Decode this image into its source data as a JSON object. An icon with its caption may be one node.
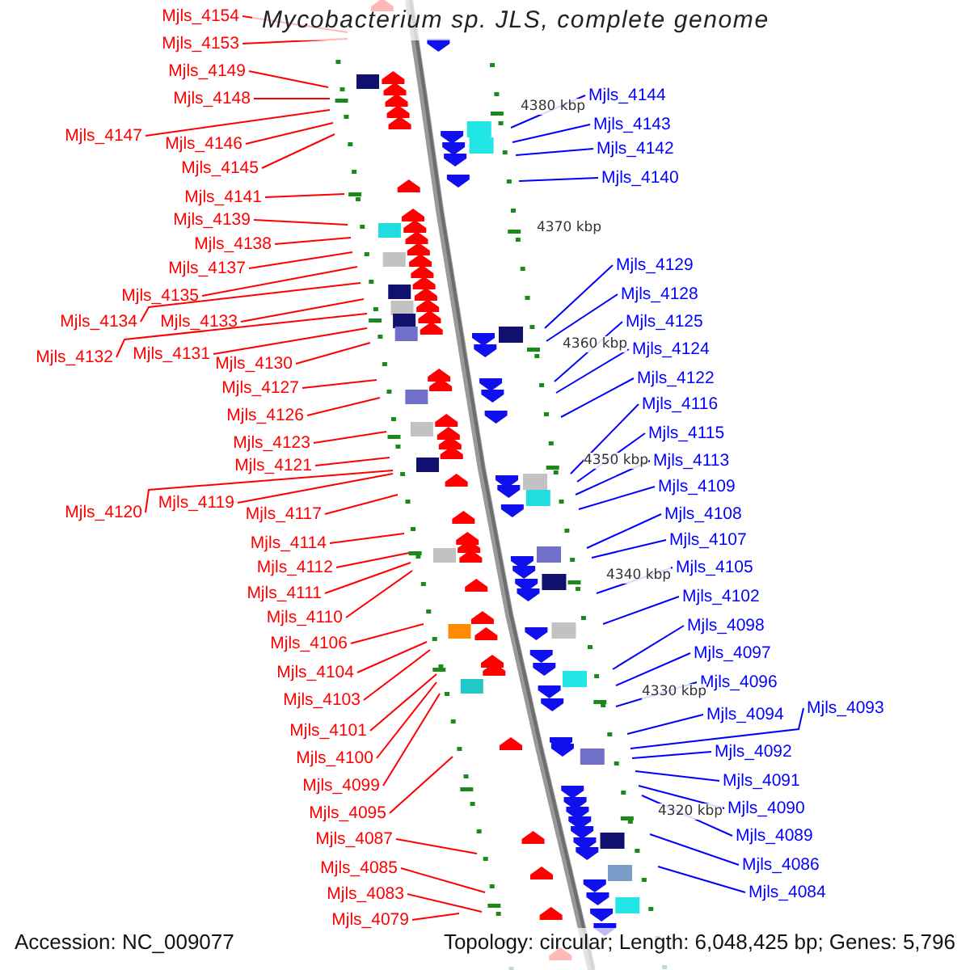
{
  "diagram": {
    "title": "Mycobacterium sp. JLS, complete genome",
    "nodes": [
      {
        "text": [
          "Mjls_4154"
        ]
      },
      {
        "text": [
          "Mjls_4153"
        ]
      },
      {
        "text": [
          "Mjls_4149"
        ]
      },
      {
        "text": [
          "Mjls_4148"
        ]
      },
      {
        "text": [
          "Mjls_4147"
        ]
      },
      {
        "text": [
          "Mjls_4146"
        ]
      },
      {
        "text": [
          "Mjls_4145"
        ]
      },
      {
        "text": [
          "Mjls_4141"
        ]
      },
      {
        "text": [
          "Mjls_4139"
        ]
      },
      {
        "text": [
          "Mjls_4138"
        ]
      },
      {
        "text": [
          "Mjls_4137"
        ]
      },
      {
        "text": [
          "Mjls_4135"
        ]
      },
      {
        "text": [
          "Mjls_4134"
        ]
      },
      {
        "text": [
          "Mjls_4133"
        ]
      },
      {
        "text": [
          "Mjls_4132"
        ]
      },
      {
        "text": [
          "Mjls_4131"
        ]
      },
      {
        "text": [
          "Mjls_4130"
        ]
      },
      {
        "text": [
          "Mjls_4127"
        ]
      },
      {
        "text": [
          "Mjls_4126"
        ]
      },
      {
        "text": [
          "Mjls_4123"
        ]
      },
      {
        "text": [
          "Mjls_4121"
        ]
      },
      {
        "text": [
          "Mjls_4120"
        ]
      },
      {
        "text": [
          "Mjls_4119"
        ]
      },
      {
        "text": [
          "Mjls_4117"
        ]
      },
      {
        "text": [
          "Mjls_4114"
        ]
      },
      {
        "text": [
          "Mjls_4112"
        ]
      },
      {
        "text": [
          "Mjls_4111"
        ]
      },
      {
        "text": [
          "Mjls_4110"
        ]
      },
      {
        "text": [
          "Mjls_4106"
        ]
      },
      {
        "text": [
          "Mjls_4104"
        ]
      },
      {
        "text": [
          "Mjls_4103"
        ]
      },
      {
        "text": [
          "Mjls_4101"
        ]
      },
      {
        "text": [
          "Mjls_4100"
        ]
      },
      {
        "text": [
          "Mjls_4099"
        ]
      },
      {
        "text": [
          "Mjls_4095"
        ]
      },
      {
        "text": [
          "Mjls_4087"
        ]
      },
      {
        "text": [
          "Mjls_4085"
        ]
      },
      {
        "text": [
          "Mjls_4083"
        ]
      },
      {
        "text": [
          "Mjls_4079"
        ]
      },
      {
        "text": [
          "Mjls_4144"
        ]
      },
      {
        "text": [
          "Mjls_4143"
        ]
      },
      {
        "text": [
          "Mjls_4142"
        ]
      },
      {
        "text": [
          "Mjls_4140"
        ]
      },
      {
        "text": [
          "Mjls_4129"
        ]
      },
      {
        "text": [
          "Mjls_4128"
        ]
      },
      {
        "text": [
          "Mjls_4125"
        ]
      },
      {
        "text": [
          "Mjls_4124"
        ]
      },
      {
        "text": [
          "Mjls_4122"
        ]
      },
      {
        "text": [
          "Mjls_4116"
        ]
      },
      {
        "text": [
          "Mjls_4115"
        ]
      },
      {
        "text": [
          "Mjls_4113"
        ]
      },
      {
        "text": [
          "Mjls_4109"
        ]
      },
      {
        "text": [
          "Mjls_4108"
        ]
      },
      {
        "text": [
          "Mjls_4107"
        ]
      },
      {
        "text": [
          "Mjls_4105"
        ]
      },
      {
        "text": [
          "Mjls_4102"
        ]
      },
      {
        "text": [
          "Mjls_4098"
        ]
      },
      {
        "text": [
          "Mjls_4097"
        ]
      },
      {
        "text": [
          "Mjls_4096"
        ]
      },
      {
        "text": [
          "Mjls_4094"
        ]
      },
      {
        "text": [
          "Mjls_4093"
        ]
      },
      {
        "text": [
          "Mjls_4092"
        ]
      },
      {
        "text": [
          "Mjls_4091"
        ]
      },
      {
        "text": [
          "Mjls_4090"
        ]
      },
      {
        "text": [
          "Mjls_4089"
        ]
      },
      {
        "text": [
          "Mjls_4086"
        ]
      },
      {
        "text": [
          "Mjls_4084"
        ]
      }
    ],
    "edges": [
      {
        "from": 0,
        "to": null,
        "arrow": "none"
      },
      {
        "from": 1,
        "to": null,
        "arrow": "none"
      },
      {
        "from": 2,
        "to": null,
        "arrow": "none"
      },
      {
        "from": 3,
        "to": null,
        "arrow": "none"
      },
      {
        "from": 4,
        "to": null,
        "arrow": "none"
      },
      {
        "from": 5,
        "to": null,
        "arrow": "none"
      },
      {
        "from": 6,
        "to": null,
        "arrow": "none"
      },
      {
        "from": 7,
        "to": null,
        "arrow": "none"
      },
      {
        "from": 8,
        "to": null,
        "arrow": "none"
      },
      {
        "from": 9,
        "to": null,
        "arrow": "none"
      },
      {
        "from": 10,
        "to": null,
        "arrow": "none"
      },
      {
        "from": 11,
        "to": null,
        "arrow": "none"
      },
      {
        "from": 12,
        "to": null,
        "arrow": "none"
      },
      {
        "from": 13,
        "to": null,
        "arrow": "none"
      },
      {
        "from": 14,
        "to": null,
        "arrow": "none"
      },
      {
        "from": 15,
        "to": null,
        "arrow": "none"
      },
      {
        "from": 16,
        "to": null,
        "arrow": "none"
      },
      {
        "from": 17,
        "to": null,
        "arrow": "none"
      },
      {
        "from": 18,
        "to": null,
        "arrow": "none"
      },
      {
        "from": 19,
        "to": null,
        "arrow": "none"
      },
      {
        "from": 20,
        "to": null,
        "arrow": "none"
      },
      {
        "from": 21,
        "to": null,
        "arrow": "none"
      },
      {
        "from": 22,
        "to": null,
        "arrow": "none"
      },
      {
        "from": 23,
        "to": null,
        "arrow": "none"
      },
      {
        "from": 24,
        "to": null,
        "arrow": "none"
      },
      {
        "from": 25,
        "to": null,
        "arrow": "none"
      },
      {
        "from": 26,
        "to": null,
        "arrow": "none"
      },
      {
        "from": 27,
        "to": null,
        "arrow": "none"
      },
      {
        "from": 28,
        "to": null,
        "arrow": "none"
      },
      {
        "from": 29,
        "to": null,
        "arrow": "none"
      },
      {
        "from": 30,
        "to": null,
        "arrow": "none"
      },
      {
        "from": 31,
        "to": null,
        "arrow": "none"
      },
      {
        "from": 32,
        "to": null,
        "arrow": "none"
      },
      {
        "from": 33,
        "to": null,
        "arrow": "none"
      },
      {
        "from": 34,
        "to": null,
        "arrow": "none"
      },
      {
        "from": 35,
        "to": null,
        "arrow": "none"
      },
      {
        "from": 36,
        "to": null,
        "arrow": "none"
      },
      {
        "from": 37,
        "to": null,
        "arrow": "none"
      },
      {
        "from": 38,
        "to": null,
        "arrow": "none"
      },
      {
        "from": 39,
        "to": null,
        "arrow": "none",
        "color": "#0000ff"
      },
      {
        "from": 40,
        "to": null,
        "arrow": "none",
        "color": "#0000ff"
      },
      {
        "from": 41,
        "to": null,
        "arrow": "none",
        "color": "#0000ff"
      },
      {
        "from": 42,
        "to": null,
        "arrow": "none",
        "color": "#0000ff"
      },
      {
        "from": 43,
        "to": null,
        "arrow": "none",
        "color": "#0000ff"
      },
      {
        "from": 44,
        "to": null,
        "arrow": "none",
        "color": "#0000ff"
      },
      {
        "from": 45,
        "to": null,
        "arrow": "none",
        "color": "#0000ff"
      },
      {
        "from": 46,
        "to": null,
        "arrow": "none",
        "color": "#0000ff"
      },
      {
        "from": 47,
        "to": null,
        "arrow": "none",
        "color": "#0000ff"
      },
      {
        "from": 48,
        "to": null,
        "arrow": "none",
        "color": "#0000ff"
      },
      {
        "from": 49,
        "to": null,
        "arrow": "none",
        "color": "#0000ff"
      },
      {
        "from": 50,
        "to": null,
        "arrow": "none",
        "color": "#0000ff"
      },
      {
        "from": 51,
        "to": null,
        "arrow": "none",
        "color": "#0000ff"
      },
      {
        "from": 52,
        "to": null,
        "arrow": "none",
        "color": "#0000ff"
      },
      {
        "from": 53,
        "to": null,
        "arrow": "none",
        "color": "#0000ff"
      },
      {
        "from": 54,
        "to": null,
        "arrow": "none",
        "color": "#0000ff"
      },
      {
        "from": 55,
        "to": null,
        "arrow": "none",
        "color": "#0000ff"
      },
      {
        "from": 56,
        "to": null,
        "arrow": "none",
        "color": "#0000ff"
      },
      {
        "from": 57,
        "to": null,
        "arrow": "none",
        "color": "#0000ff"
      },
      {
        "from": 58,
        "to": null,
        "arrow": "none",
        "color": "#0000ff"
      },
      {
        "from": 59,
        "to": null,
        "arrow": "none",
        "color": "#0000ff"
      },
      {
        "from": 60,
        "to": null,
        "arrow": "none",
        "color": "#0000ff"
      },
      {
        "from": 61,
        "to": null,
        "arrow": "none",
        "color": "#0000ff"
      },
      {
        "from": 62,
        "to": null,
        "arrow": "none",
        "color": "#0000ff"
      },
      {
        "from": 63,
        "to": null,
        "arrow": "none",
        "color": "#0000ff"
      },
      {
        "from": 64,
        "to": null,
        "arrow": "none",
        "color": "#0000ff"
      },
      {
        "from": 65,
        "to": null,
        "arrow": "none",
        "color": "#0000ff"
      },
      {
        "from": 66,
        "to": null,
        "arrow": "none",
        "color": "#0000ff"
      }
    ],
    "labels": [
      "4380 kbp",
      "4370 kbp",
      "4360 kbp",
      "4350 kbp",
      "4340 kbp",
      "4330 kbp",
      "4320 kbp",
      "Accession: NC_009077",
      "Topology: circular; Length: 6,048,425 bp; Genes: 5,796"
    ]
  }
}
